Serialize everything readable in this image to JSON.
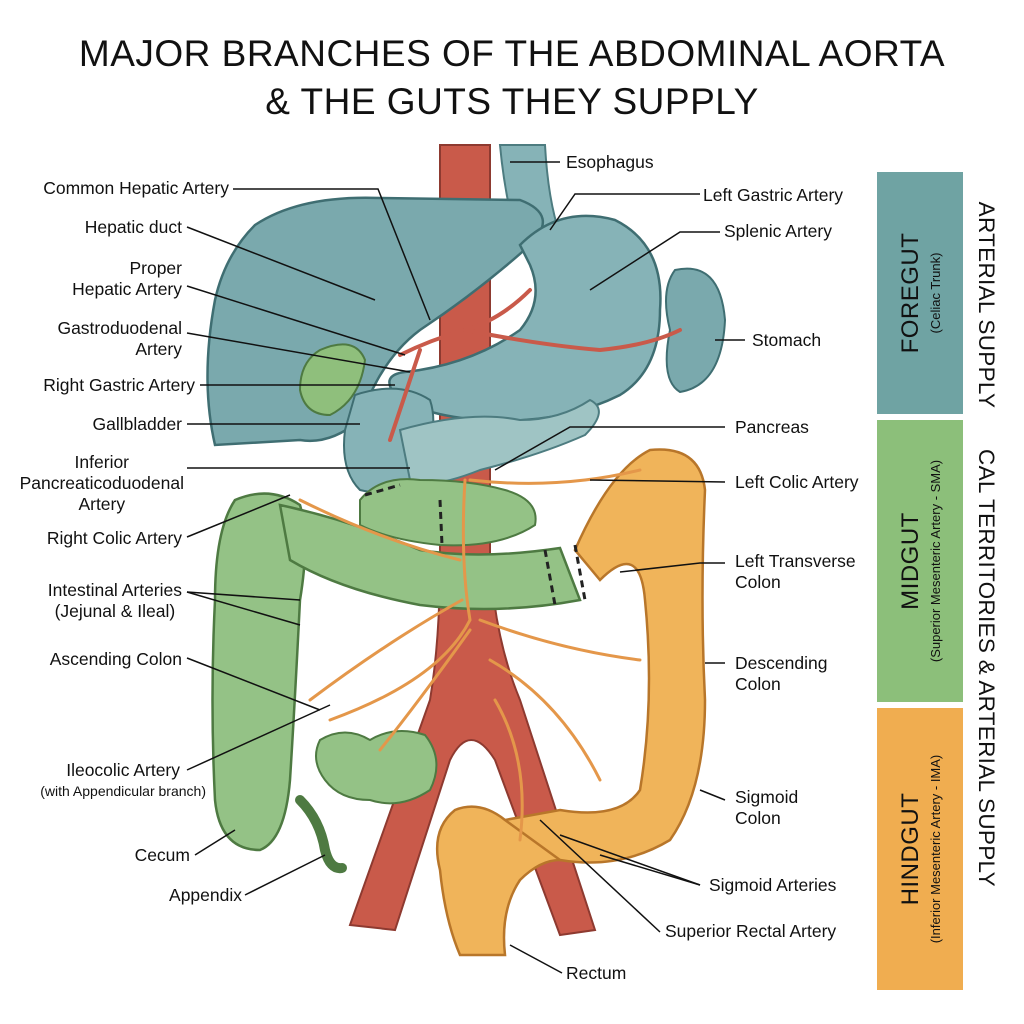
{
  "title": {
    "line1": "MAJOR BRANCHES OF THE ABDOMINAL AORTA",
    "line2": "& THE GUTS THEY SUPPLY"
  },
  "labels_left": {
    "common_hepatic": "Common Hepatic Artery",
    "hepatic_duct": "Hepatic duct",
    "proper_hepatic_1": "Proper",
    "proper_hepatic_2": "Hepatic Artery",
    "gastroduodenal_1": "Gastroduodenal",
    "gastroduodenal_2": "Artery",
    "right_gastric": "Right Gastric Artery",
    "gallbladder": "Gallbladder",
    "inferior_panc_1": "Inferior",
    "inferior_panc_2": "Pancreaticoduodenal",
    "inferior_panc_3": "Artery",
    "right_colic": "Right Colic Artery",
    "intestinal_1": "Intestinal Arteries",
    "intestinal_2": "(Jejunal & Ileal)",
    "ascending_colon": "Ascending Colon",
    "ileocolic_1": "Ileocolic Artery",
    "ileocolic_2": "(with Appendicular branch)",
    "cecum": "Cecum",
    "appendix": "Appendix"
  },
  "labels_right": {
    "esophagus": "Esophagus",
    "left_gastric": "Left Gastric Artery",
    "splenic": "Splenic Artery",
    "stomach": "Stomach",
    "pancreas": "Pancreas",
    "left_colic": "Left Colic Artery",
    "left_transverse_1": "Left Transverse",
    "left_transverse_2": "Colon",
    "descending_1": "Descending",
    "descending_2": "Colon",
    "sigmoid_1": "Sigmoid",
    "sigmoid_2": "Colon",
    "sigmoid_arteries": "Sigmoid Arteries",
    "superior_rectal": "Superior Rectal Artery",
    "rectum": "Rectum"
  },
  "bands": {
    "foregut": {
      "name": "FOREGUT",
      "sub": "(Celiac Trunk)",
      "color": "#6fa3a3"
    },
    "midgut": {
      "name": "MIDGUT",
      "sub": "(Superior Mesenteric Artery - SMA)",
      "color": "#8cbf7a"
    },
    "hindgut": {
      "name": "HINDGUT",
      "sub": "(Inferior Mesenteric Artery - IMA)",
      "color": "#f0ad50"
    }
  },
  "vertical_title": "CAL TERRITORIES & ARTERIAL SUPPLY",
  "vertical_title_top": "ARTERIAL SUPPLY",
  "colors": {
    "aorta": "#c95a4a",
    "liver": "#7aa9ad",
    "stomach": "#86b3b7",
    "midgut_green": "#94c286",
    "hindgut_orange": "#f0b45a",
    "artery_orange": "#e4974a"
  }
}
